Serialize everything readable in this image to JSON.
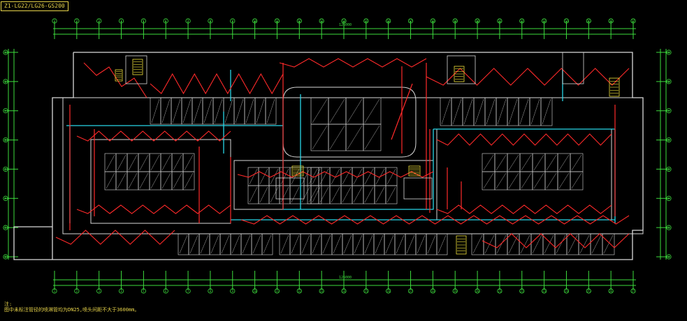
{
  "sheet": {
    "title": "Z1-LG22/LG26-GS200",
    "note_line1": "注:",
    "note_line2": "图中未标注管径的喷淋管均为DN25,喷头间距不大于3600mm。"
  },
  "grid": {
    "top_labels": [
      "1",
      "2",
      "3",
      "4",
      "5",
      "6",
      "7",
      "8",
      "9",
      "10",
      "11",
      "12",
      "13",
      "14",
      "15",
      "16",
      "17",
      "18",
      "19",
      "20",
      "21",
      "22",
      "23",
      "24",
      "25",
      "26",
      "27"
    ],
    "bottom_labels": [
      "1",
      "2",
      "3",
      "4",
      "5",
      "6",
      "7",
      "8",
      "9",
      "10",
      "11",
      "12",
      "13",
      "14",
      "15",
      "16",
      "17",
      "18",
      "19",
      "20",
      "21",
      "22",
      "23",
      "24",
      "25",
      "26",
      "27"
    ],
    "left_labels": [
      "A",
      "B",
      "C",
      "D",
      "E",
      "F",
      "G",
      "H"
    ],
    "right_labels": [
      "A",
      "B",
      "C",
      "D",
      "E",
      "F",
      "G",
      "H"
    ],
    "overall_dim": "126000"
  },
  "legend_colors": {
    "walls": "#d9d9d9",
    "sprinkler_pipe": "#ff2a2a",
    "main_pipe": "#28d6e8",
    "grid_axis": "#3ddc3d",
    "equipment": "#f2e33a",
    "annotation": "#e8d44a"
  }
}
